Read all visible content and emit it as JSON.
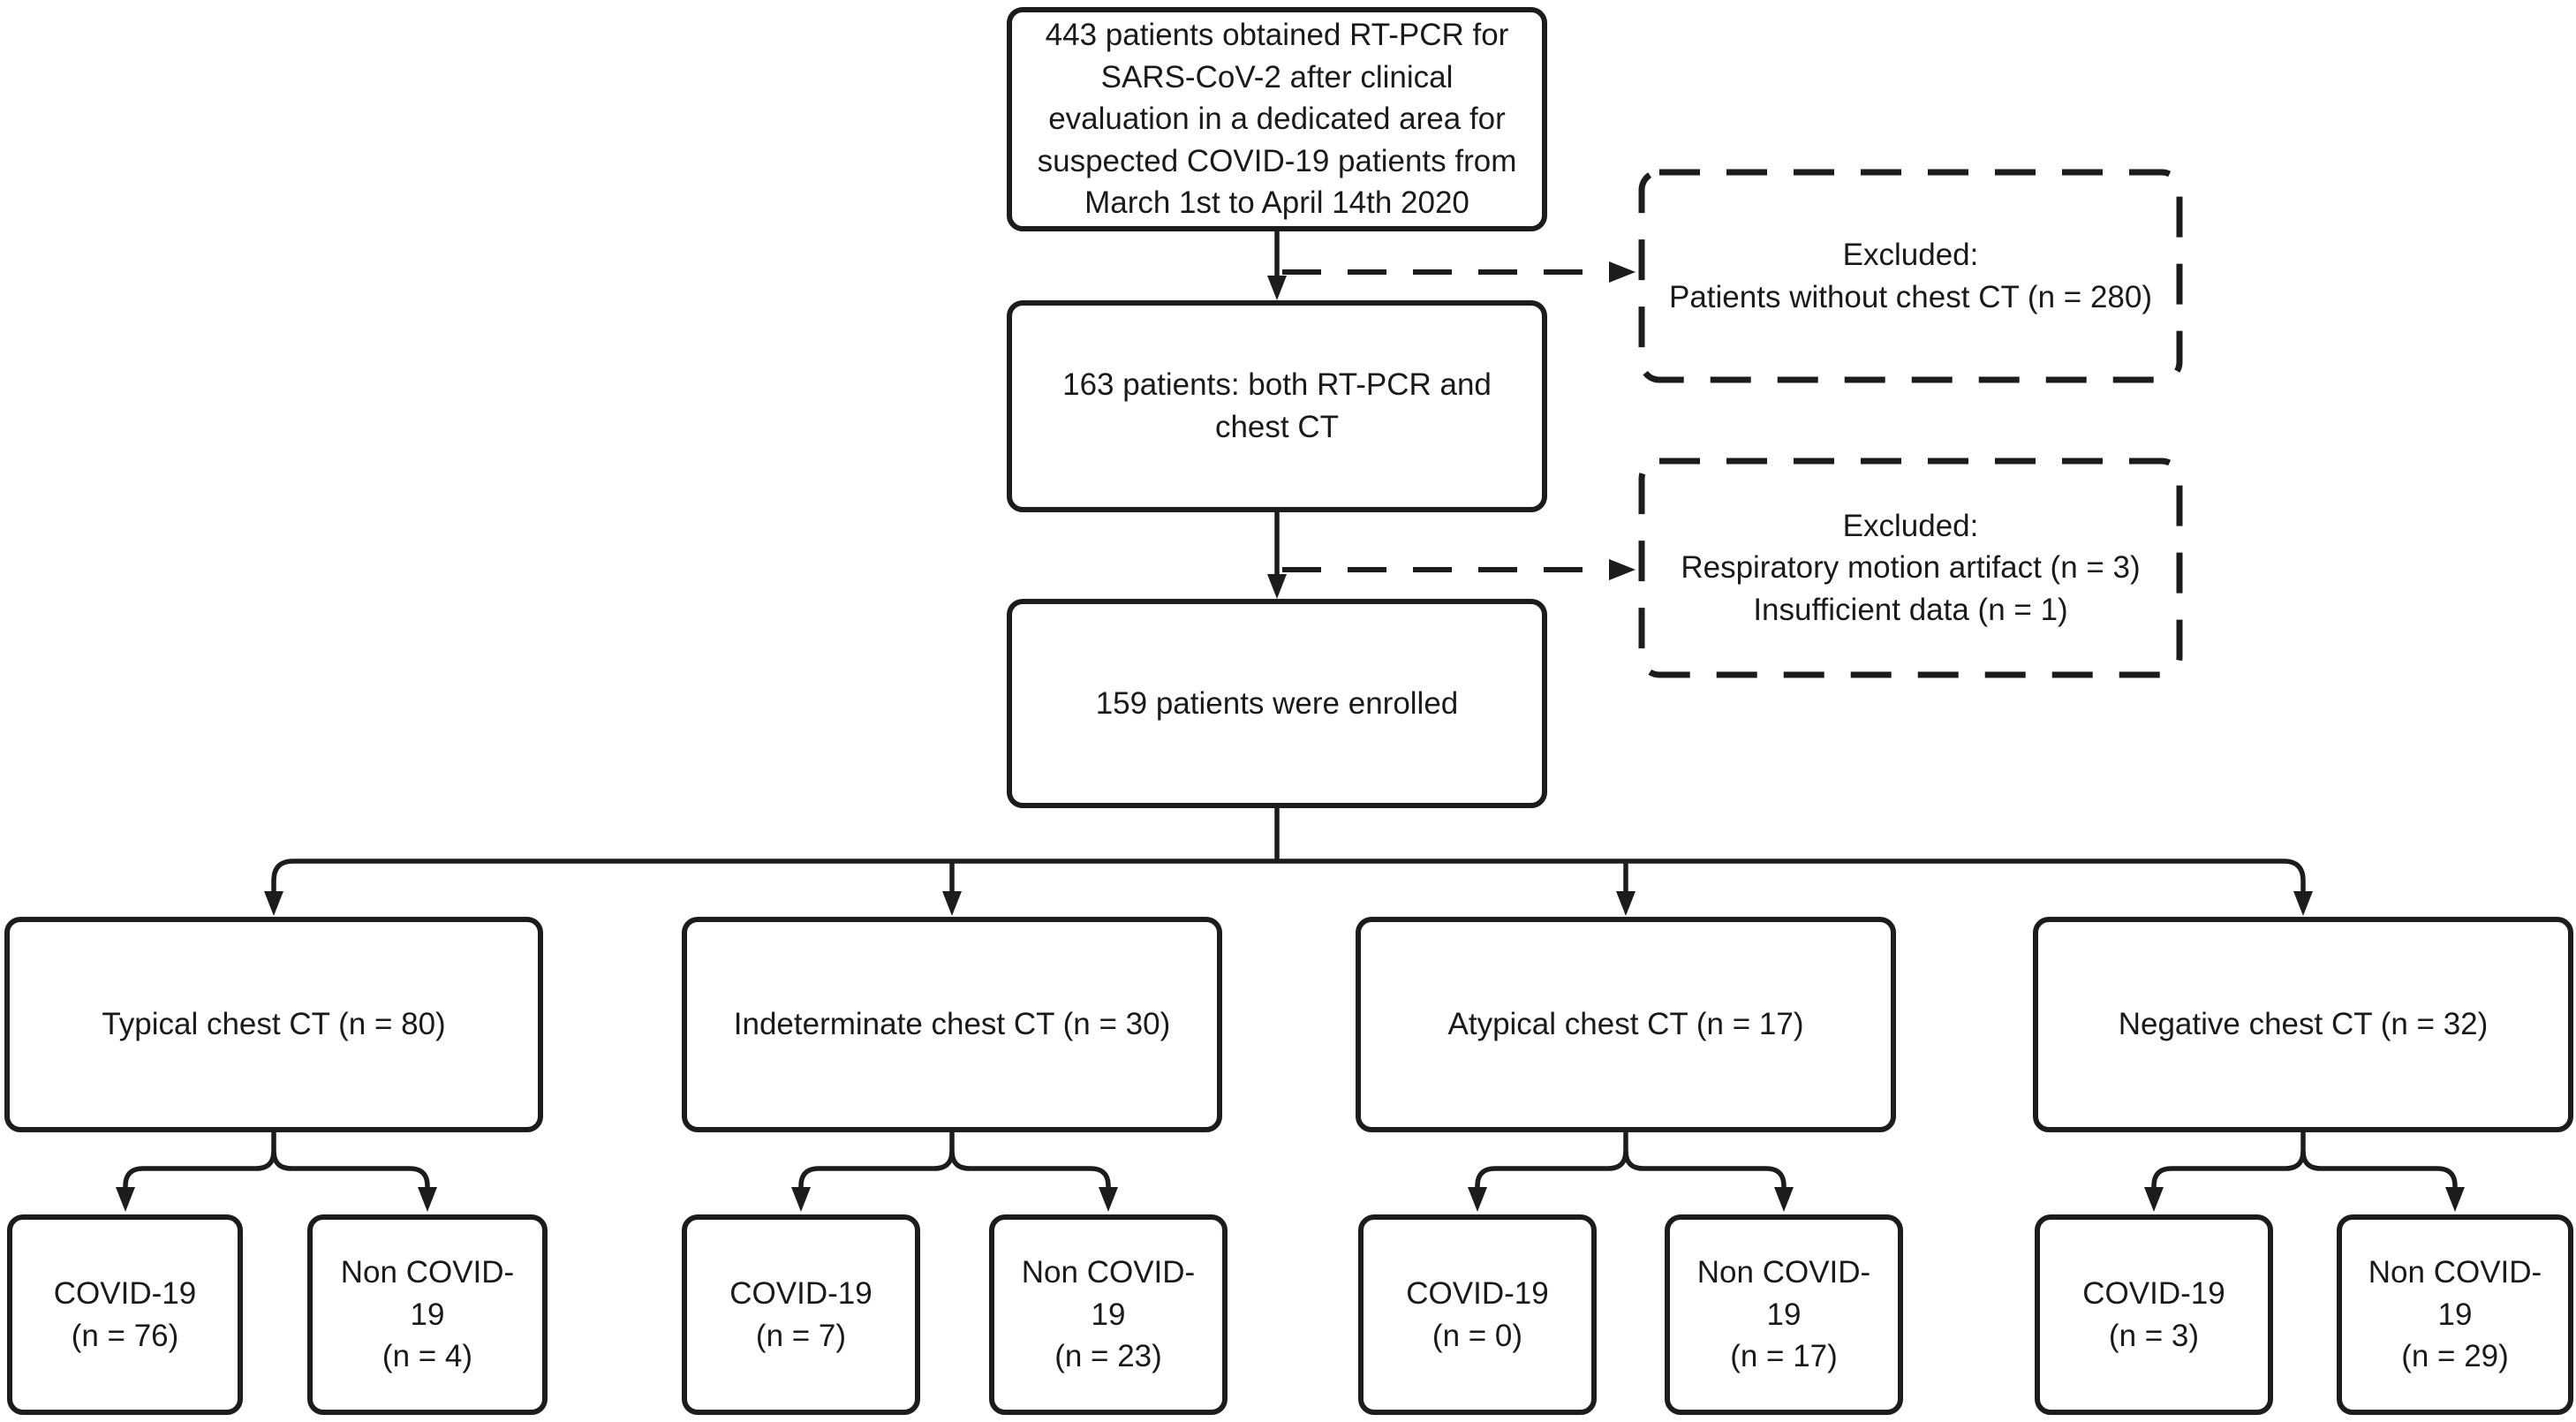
{
  "flowchart": {
    "enrollment": {
      "screened": "443 patients obtained RT-PCR for SARS-CoV-2 after clinical evaluation in a dedicated area for suspected COVID-19 patients from March 1st to April 14th 2020",
      "both_tests": "163 patients: both RT-PCR and chest CT",
      "enrolled": "159 patients were enrolled"
    },
    "exclusions": [
      {
        "header": "Excluded:",
        "reasons": [
          "Patients without chest CT (n = 280)"
        ]
      },
      {
        "header": "Excluded:",
        "reasons": [
          "Respiratory motion artifact (n = 3)",
          "Insufficient data (n = 1)"
        ]
      }
    ],
    "categories": [
      {
        "label": "Typical chest CT (n = 80)",
        "covid": {
          "name": "COVID-19",
          "count": "(n = 76)"
        },
        "non_covid": {
          "name": "Non COVID-19",
          "count": "(n = 4)"
        }
      },
      {
        "label": "Indeterminate chest CT (n = 30)",
        "covid": {
          "name": "COVID-19",
          "count": "(n = 7)"
        },
        "non_covid": {
          "name": "Non COVID-19",
          "count": "(n = 23)"
        }
      },
      {
        "label": "Atypical chest CT (n = 17)",
        "covid": {
          "name": "COVID-19",
          "count": "(n = 0)"
        },
        "non_covid": {
          "name": "Non COVID-19",
          "count": "(n = 17)"
        }
      },
      {
        "label": "Negative chest CT (n = 32)",
        "covid": {
          "name": "COVID-19",
          "count": "(n = 3)"
        },
        "non_covid": {
          "name": "Non COVID-19",
          "count": "(n = 29)"
        }
      }
    ],
    "colors": {
      "line": "#1c1c1c",
      "text": "#1a1a1a",
      "background": "#ffffff"
    }
  }
}
